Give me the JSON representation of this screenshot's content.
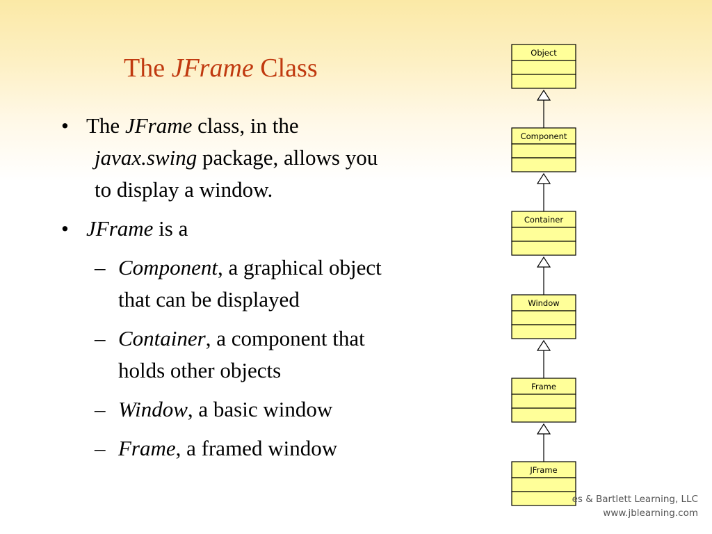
{
  "slide": {
    "title": {
      "before": "The ",
      "emph": "JFrame",
      "after": " Class"
    },
    "bullet1": {
      "t1": "The ",
      "t2": "JFrame",
      "t3": " class, in the",
      "t4": "javax.swing",
      "t5": " package, allows you",
      "t6": "to display a window."
    },
    "bullet2": {
      "t1": "JFrame",
      "t2": " is a"
    },
    "subs": [
      {
        "emph": "Component",
        "line1_rest": ", a graphical object",
        "line2": "that can be displayed"
      },
      {
        "emph": "Container",
        "line1_rest": ", a component that",
        "line2": "holds other objects"
      },
      {
        "emph": "Window",
        "line1_rest": ", a basic window",
        "line2": ""
      },
      {
        "emph": "Frame",
        "line1_rest": ", a framed window",
        "line2": ""
      }
    ],
    "bullet_symbol": "•",
    "dash_symbol": "–"
  },
  "diagram": {
    "classes": [
      "Object",
      "Component",
      "Container",
      "Window",
      "Frame",
      "JFrame"
    ],
    "box_fill": "#ffff99",
    "arrow_fill": "#ffffff"
  },
  "footer": {
    "line1": "es & Bartlett Learning, LLC",
    "line2": "www.jblearning.com"
  }
}
